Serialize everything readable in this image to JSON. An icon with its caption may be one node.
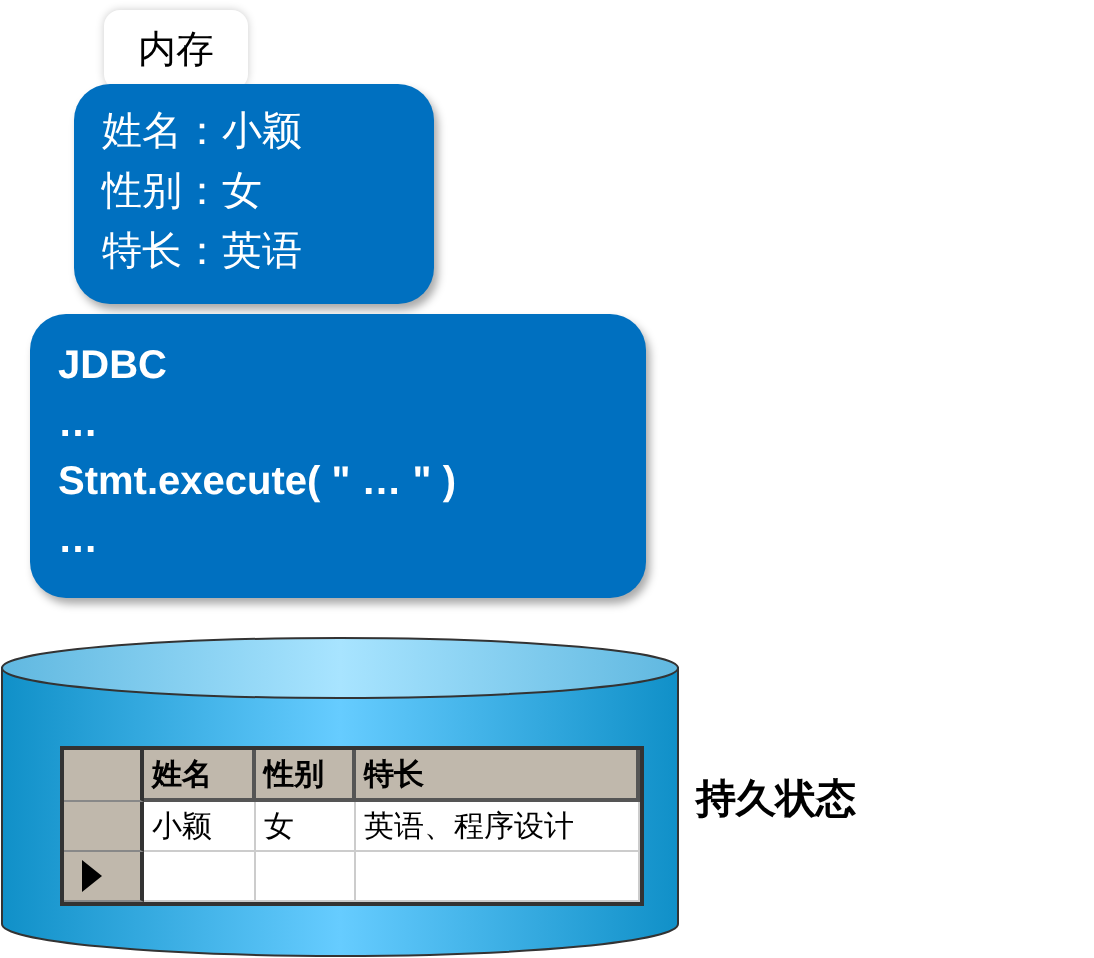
{
  "diagram": {
    "nodes": [
      {
        "text": [
          "内存",
          "姓名：小颖",
          "性别：女",
          "特长：英语"
        ]
      },
      {
        "text": [
          "JDBC",
          "…",
          "Stmt.execute( \" … \" )",
          "…"
        ]
      },
      {
        "text": [],
        "shape": "cylinder",
        "beside": [
          "持久状态"
        ]
      }
    ],
    "labels": [
      "姓名",
      "性别",
      "特长",
      "小颖",
      "女",
      "英语、程序设计"
    ]
  }
}
